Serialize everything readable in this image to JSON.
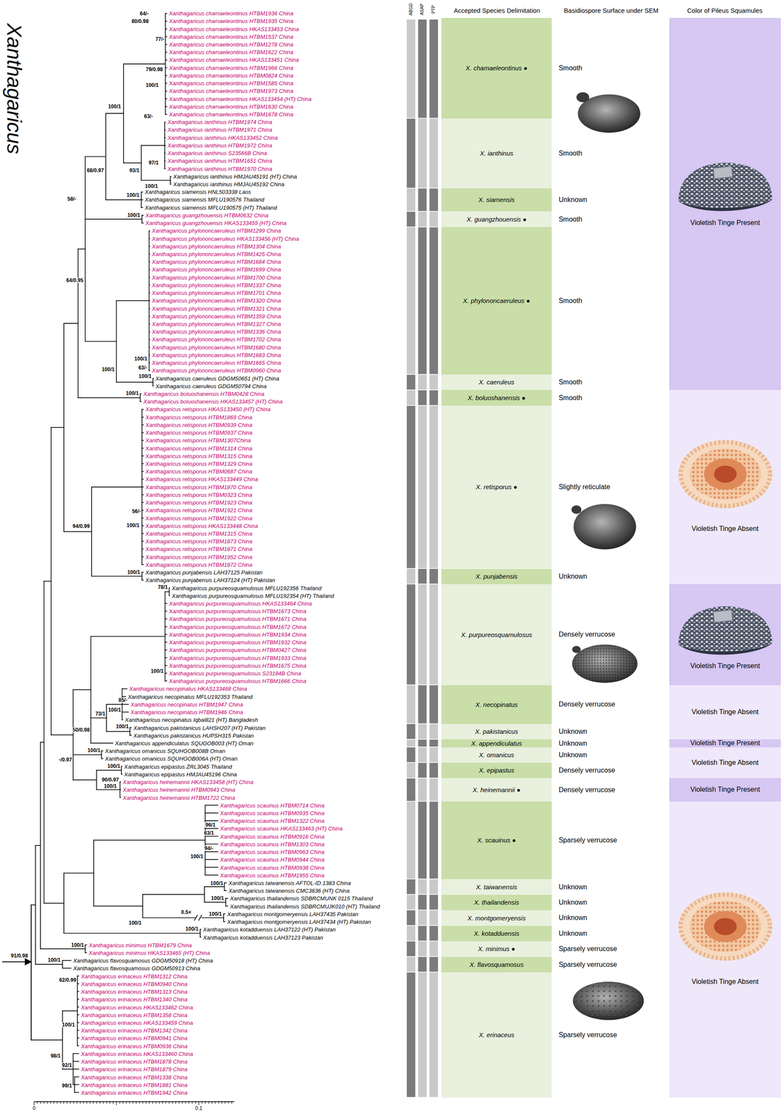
{
  "diagram": {
    "title": "Xanthagaricus",
    "nodes": [
      {
        "text": [
          "X. chamaeleontinus ●"
        ]
      },
      {
        "text": [
          "X. ianthinus"
        ]
      },
      {
        "text": [
          "X. siamensis"
        ]
      },
      {
        "text": [
          "X. guangzhouensis ●"
        ]
      },
      {
        "text": [
          "X. phylononcaeruleus ●"
        ]
      },
      {
        "text": [
          "X. caeruleus"
        ]
      },
      {
        "text": [
          "X. boluoshanensis ●"
        ]
      },
      {
        "text": [
          "X. retisporus ●"
        ]
      },
      {
        "text": [
          "X. punjabensis"
        ]
      },
      {
        "text": [
          "X. purpureosquamulosus"
        ]
      },
      {
        "text": [
          "X. necopinatus"
        ]
      },
      {
        "text": [
          "X. pakistanicus"
        ]
      },
      {
        "text": [
          "X. appendiculatus"
        ]
      },
      {
        "text": [
          "X. omanicus"
        ]
      },
      {
        "text": [
          "X. epipastus"
        ]
      },
      {
        "text": [
          "X. heinemannii ●"
        ]
      },
      {
        "text": [
          "X. scauinus ●"
        ]
      },
      {
        "text": [
          "X. taiwanensis"
        ]
      },
      {
        "text": [
          "X. thailandensis"
        ]
      },
      {
        "text": [
          "X. montgomeryensis"
        ]
      },
      {
        "text": [
          "X. kotadduensis"
        ]
      },
      {
        "text": [
          "X. minimus ●"
        ]
      },
      {
        "text": [
          "X. flavosquamosus"
        ]
      },
      {
        "text": [
          "X. erinaceus"
        ]
      },
      {
        "text": [
          "Violetish Tinge Present"
        ]
      },
      {
        "text": [
          "Violetish Tinge Absent"
        ]
      },
      {
        "text": [
          "Violetish Tinge Present"
        ]
      },
      {
        "text": [
          "Violetish Tinge Absent"
        ]
      },
      {
        "text": [
          "Violetish Tinge Present"
        ]
      },
      {
        "text": [
          "Violetish Tinge Absent"
        ]
      },
      {
        "text": [
          "Violetish Tinge Present"
        ]
      },
      {
        "text": [
          "Violetish Tinge Absent"
        ]
      }
    ],
    "labels": [
      "ABGD",
      "ASAP",
      "PTP",
      "Accepted Species Delimitation",
      "Basidiospore Surface under SEM",
      "Color of Pileus Squamules",
      "Xanthagaricus chamaeleontinus HTBM1936 China",
      "Xanthagaricus chamaeleontinus HTBM1935 China",
      "Xanthagaricus chamaeleontinus HKAS133453 China",
      "Xanthagaricus chamaeleontinus HTBM1537 China",
      "Xanthagaricus chamaeleontinus HTBM1278 China",
      "Xanthagaricus chamaeleontinus HTBM1622 China",
      "Xanthagaricus chamaeleontinus HKAS133451 China",
      "Xanthagaricus chamaeleontinus HTBM1966 China",
      "Xanthagaricus chamaeleontinus HTBM0824 China",
      "Xanthagaricus chamaeleontinus HTBM1585 China",
      "Xanthagaricus chamaeleontinus HTBM1973 China",
      "Xanthagaricus chamaeleontinus HKAS133454 (HT) China",
      "Xanthagaricus chamaeleontinus HTBM1630 China",
      "Xanthagaricus chamaeleontinus HTBM1678 China",
      "Xanthagaricus ianthinus HTBM1974 China",
      "Xanthagaricus ianthinus HTBM1971 China",
      "Xanthagaricus ianthinus HKAS133452 China",
      "Xanthagaricus ianthinus HTBM1972 China",
      "Xanthagaricus ianthinus S23566B China",
      "Xanthagaricus ianthinus HTBM1651 China",
      "Xanthagaricus ianthinus HTBM1970 China",
      "Xanthagaricus ianthinus HMJAU45191 (HT) China",
      "Xanthagaricus ianthinus HMJAU45192 China",
      "Xanthagaricus siamensis HNL503338 Laos",
      "Xanthagaricus siamensis MFLU190576 Thailand",
      "Xanthagaricus siamensis MFLU190575 (HT) Thailand",
      "Xanthagaricus guangzhouensis HTBM0632 China",
      "Xanthagaricus guangzhouensis HKAS133455 (HT) China",
      "Xanthagaricus phylononcaeruleus HTBM1299 China",
      "Xanthagaricus phylononcaeruleus HKAS133456 (HT) China",
      "Xanthagaricus phylononcaeruleus HTBM1304 China",
      "Xanthagaricus phylononcaeruleus HTBM1425 China",
      "Xanthagaricus phylononcaeruleus HTBM1684 China",
      "Xanthagaricus phylononcaeruleus HTBM1699 China",
      "Xanthagaricus phylononcaeruleus HTBM1700 China",
      "Xanthagaricus phylononcaeruleus HTBM1337 China",
      "Xanthagaricus phylononcaeruleus HTBM1701 China",
      "Xanthagaricus phylononcaeruleus HTBM1320 China",
      "Xanthagaricus phylononcaeruleus HTBM1321 China",
      "Xanthagaricus phylononcaeruleus HTBM1359 China",
      "Xanthagaricus phylononcaeruleus HTBM1327 China",
      "Xanthagaricus phylononcaeruleus HTBM1336 China",
      "Xanthagaricus phylononcaeruleus HTBM1702 China",
      "Xanthagaricus phylononcaeruleus HTBM1680 China",
      "Xanthagaricus phylononcaeruleus HTBM1683 China",
      "Xanthagaricus phylononcaeruleus HTBM1665 China",
      "Xanthagaricus phylononcaeruleus HTBM0960 China",
      "Xanthagaricus caeruleus GDGM50651 (HT) China",
      "Xanthagaricus caeruleus GDGM50794 China",
      "Xanthagaricus boluoshanensis HTBM0428 China",
      "Xanthagaricus boluoshanensis HKAS133457 (HT) China",
      "Xanthagaricus retisporus HKAS133450 (HT) China",
      "Xanthagaricus retisporus HTBM1869 China",
      "Xanthagaricus retisporus HTBM0939 China",
      "Xanthagaricus retisporus HTBM0937 China",
      "Xanthagaricus retisporus HTBM1307China",
      "Xanthagaricus retisporus HTBM1314 China",
      "Xanthagaricus retisporus HTBM1315 China",
      "Xanthagaricus retisporus HTBM1329 China",
      "Xanthagaricus retisporus HTBM0687 China",
      "Xanthagaricus retisporus HKAS133449 China",
      "Xanthagaricus retisporus HTBM1870 China",
      "Xanthagaricus retisporus HTBM0323 China",
      "Xanthagaricus retisporus HTBM1923 China",
      "Xanthagaricus retisporus HTBM1921 China",
      "Xanthagaricus retisporus HTBM1922 China",
      "Xanthagaricus retisporus HKAS133448 China",
      "Xanthagaricus retisporus HTBM1315 China",
      "Xanthagaricus retisporus HTBM1873 China",
      "Xanthagaricus retisporus HTBM1871 China",
      "Xanthagaricus retisporus HTBM1952 China",
      "Xanthagaricus retisporus HTBM1872 China",
      "Xanthagaricus punjabensis LAH37125 Pakistan",
      "Xanthagaricus punjabensis LAH37124 (HT) Pakistan",
      "Xanthagaricus purpureosquamulosus MFLU192356 Thailand",
      "Xanthagaricus purpureosquamulosus MFLU192354 (HT) Thailand",
      "Xanthagaricus purpureosquamulosus HKAS133464 China",
      "Xanthagaricus purpureosquamulosus HTBM1673 China",
      "Xanthagaricus purpureosquamulosus HTBM1671 China",
      "Xanthagaricus purpureosquamulosus HTBM1672 China",
      "Xanthagaricus purpureosquamulosus HTBM1934 China",
      "Xanthagaricus purpureosquamulosus HTBM1932 China",
      "Xanthagaricus purpureosquamulosus HTBM0427 China",
      "Xanthagaricus purpureosquamulosus HTBM1933 China",
      "Xanthagaricus purpureosquamulosus HTBM1675 China",
      "Xanthagaricus purpureosquamulosus S23184B China",
      "Xanthagaricus purpureosquamulosus HTBM1666 China",
      "Xanthagaricus necopinatus HKAS133468 China",
      "Xanthagaricus necopinatus MFLU192353 Thailand",
      "Xanthagaricus necopinatus HTBM1947 China",
      "Xanthagaricus necopinatus HTBM1946 China",
      "Xanthagaricus necopinatus Iqbal821 (HT) Bangladesh",
      "Xanthagaricus pakistanicus LAHSH207 (HT) Pakistan",
      "Xanthagaricus pakistanicus HUPSH315 Pakistan",
      "Xanthagaricus appendiculatus SQUGOB003 (HT) Oman",
      "Xanthagaricus omanicus SQUHGOB008B Oman",
      "Xanthagaricus omanicus SQUHGOB006A (HT) Oman",
      "Xanthagaricus epipastus ZRL3045 Thailand",
      "Xanthagaricus epipastus HMJAU45196 China",
      "Xanthagaricus heinemannii HKAS133458 (HT) China",
      "Xanthagaricus heinemannii HTBM0943 China",
      "Xanthagaricus heinemannii HTBM1722 China",
      "Xanthagaricus scauinus HTBM0714 China",
      "Xanthagaricus scauinus HTBM0935 China",
      "Xanthagaricus scauinus HTBM1322 China",
      "Xanthagaricus scauinus HKAS133463 (HT) China",
      "Xanthagaricus scauinus HTBM0916 China",
      "Xanthagaricus scauinus HTBM1303 China",
      "Xanthagaricus scauinus HTBM0963 China",
      "Xanthagaricus scauinus HTBM0944 China",
      "Xanthagaricus scauinus HTBM0938 China",
      "Xanthagaricus scauinus HTBM1955 China",
      "Xanthagaricus taiwanensis AFTOL-ID 1383 China",
      "Xanthagaricus taiwanensis CMC3636 (HT) China",
      "Xanthagaricus thailandensis SDBRCMUNK 0115 Thailand",
      "Xanthagaricus thailandensis SDBRCMUJK010 (HT) Thailand",
      "Xanthagaricus montgomeryensis LAH37435 Pakistan",
      "Xanthagaricus montgomeryensis LAH37434 (HT) Pakistan",
      "Xanthagaricus kotadduensis LAH37122 (HT) Pakistan",
      "Xanthagaricus kotadduensis LAH37123 Pakistan",
      "Xanthagaricus minimus HTBM1679 China",
      "Xanthagaricus minimus HKAS133465 (HT) China",
      "Xanthagaricus flavosquamosus GDGM50918 (HT) China",
      "Xanthagaricus flavosquamosus GDGM50913 China",
      "Xanthagaricus erinaceus HTBM1312 China",
      "Xanthagaricus erinaceus HTBM0940 China",
      "Xanthagaricus erinaceus HTBM1313 China",
      "Xanthagaricus erinaceus HTBM1340 China",
      "Xanthagaricus erinaceus HKAS133462 China",
      "Xanthagaricus erinaceus HTBM1358 China",
      "Xanthagaricus erinaceus HKAS133459 China",
      "Xanthagaricus erinaceus HTBM1342 China",
      "Xanthagaricus erinaceus HTBM0941 China",
      "Xanthagaricus erinaceus HTBM0936 China",
      "Xanthagaricus erinaceus HKAS133460 China",
      "Xanthagaricus erinaceus HTBM1878 China",
      "Xanthagaricus erinaceus HTBM1879 China",
      "Xanthagaricus erinaceus HTBM1338 China",
      "Xanthagaricus erinaceus HTBM1881 China",
      "Xanthagaricus erinaceus HTBM1942 China",
      "Smooth",
      "Smooth",
      "Unknown",
      "Smooth",
      "Smooth",
      "Smooth",
      "Smooth",
      "Slightly reticulate",
      "Unknown",
      "Densely verrucose",
      "Densely verrucose",
      "Unknown",
      "Unknown",
      "Unknown",
      "Densely verrucose",
      "Densely verrucose",
      "Sparsely verrucose",
      "Unknown",
      "Unknown",
      "Unknown",
      "Unknown",
      "Sparsely verrucose",
      "Sparsely verrucose",
      "Sparsely verrucose",
      "64/-",
      "80/0.98",
      "77/-",
      "79/0.98",
      "100/1",
      "63/-",
      "100/1",
      "97/1",
      "93/1",
      "100/1",
      "68/0.97",
      "100/1",
      "58/-",
      "100/1",
      "64/0.95",
      "100/1",
      "63/-",
      "100/1",
      "100/1",
      "100/1",
      "56/-",
      "100/1",
      "94/0.99",
      "100/1",
      "78/1",
      "100/1",
      "85/-",
      "100/1",
      "73/1",
      "100/1",
      "50/0.98",
      "-/0.97",
      "100/1",
      "100/1",
      "90/0.97",
      "100/1",
      "96/1",
      "63/1",
      "94/-",
      "100/1",
      "100/1",
      "100/1",
      "100/1",
      "100/1",
      "0.5×",
      "100/1",
      "100/1",
      "100/1",
      "91/0.98",
      "62/0.99",
      "100/1",
      "98/1",
      "92/1",
      "99/1",
      "0",
      "0.1"
    ]
  }
}
